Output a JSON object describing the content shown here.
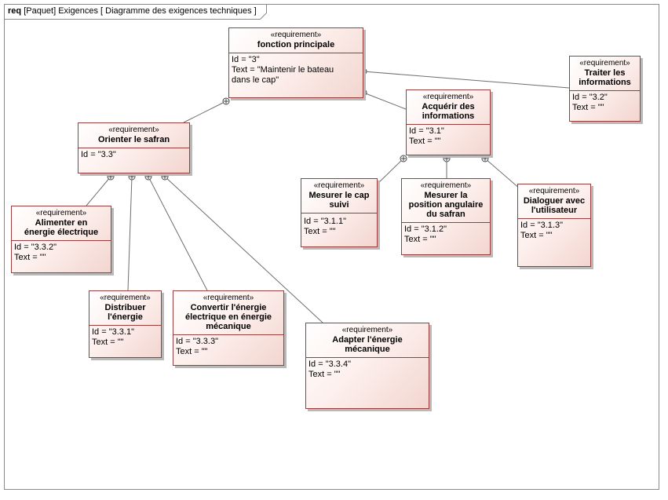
{
  "frame": {
    "kind": "req",
    "title": "[Paquet] Exigences [ Diagramme des exigences techniques ]"
  },
  "requirements": {
    "r3": {
      "stereotype": "«requirement»",
      "name": "fonction principale",
      "id": "Id = \"3\"",
      "text": "Text = \"Maintenir le bateau\ndans le cap\""
    },
    "r32": {
      "stereotype": "«requirement»",
      "name": "Traiter les\ninformations",
      "id": "Id = \"3.2\"",
      "text": "Text = \"\""
    },
    "r31": {
      "stereotype": "«requirement»",
      "name": "Acquérir des\ninformations",
      "id": "Id = \"3.1\"",
      "text": "Text = \"\""
    },
    "r33": {
      "stereotype": "«requirement»",
      "name": "Orienter le safran",
      "id": "Id = \"3.3\"",
      "text": ""
    },
    "r311": {
      "stereotype": "«requirement»",
      "name": "Mesurer le cap\nsuivi",
      "id": "Id = \"3.1.1\"",
      "text": "Text = \"\""
    },
    "r312": {
      "stereotype": "«requirement»",
      "name": "Mesurer la\nposition angulaire\ndu safran",
      "id": "Id = \"3.1.2\"",
      "text": "Text = \"\""
    },
    "r313": {
      "stereotype": "«requirement»",
      "name": "Dialoguer avec\nl'utilisateur",
      "id": "Id = \"3.1.3\"",
      "text": "Text = \"\""
    },
    "r332": {
      "stereotype": "«requirement»",
      "name": "Alimenter en\nénergie électrique",
      "id": "Id = \"3.3.2\"",
      "text": "Text = \"\""
    },
    "r331": {
      "stereotype": "«requirement»",
      "name": "Distribuer\nl'énergie",
      "id": "Id = \"3.3.1\"",
      "text": "Text = \"\""
    },
    "r333": {
      "stereotype": "«requirement»",
      "name": "Convertir l'énergie\nélectrique en énergie\nmécanique",
      "id": "Id = \"3.3.3\"",
      "text": "Text = \"\""
    },
    "r334": {
      "stereotype": "«requirement»",
      "name": "Adapter l'énergie\nmécanique",
      "id": "Id = \"3.3.4\"",
      "text": "Text = \"\""
    }
  },
  "containment": [
    {
      "parent": "r3",
      "child": "r32"
    },
    {
      "parent": "r3",
      "child": "r31"
    },
    {
      "parent": "r3",
      "child": "r33"
    },
    {
      "parent": "r31",
      "child": "r311"
    },
    {
      "parent": "r31",
      "child": "r312"
    },
    {
      "parent": "r31",
      "child": "r313"
    },
    {
      "parent": "r33",
      "child": "r332"
    },
    {
      "parent": "r33",
      "child": "r331"
    },
    {
      "parent": "r33",
      "child": "r333"
    },
    {
      "parent": "r33",
      "child": "r334"
    }
  ],
  "colors": {
    "border": "#9a3d3d",
    "fill": "#f3d5cf",
    "link": "#6e6e6e"
  }
}
